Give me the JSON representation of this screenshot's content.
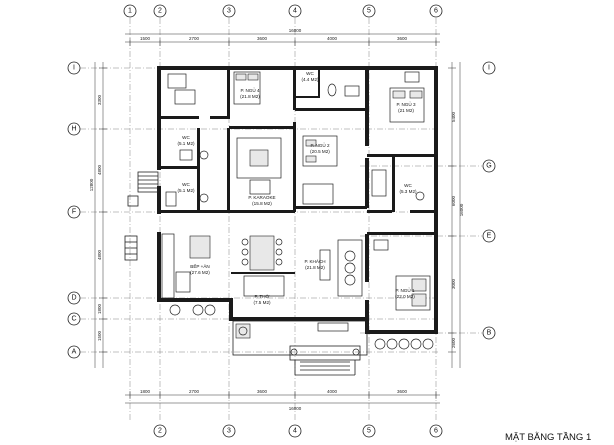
{
  "title": "MẶT BẰNG TẦNG 1",
  "grid_columns": [
    "1",
    "2",
    "3",
    "4",
    "5",
    "6"
  ],
  "grid_rows": [
    "I",
    "H",
    "G",
    "F",
    "E",
    "D",
    "C",
    "B",
    "A"
  ],
  "dims_top": [
    "1500",
    "2700",
    "3600",
    "4000",
    "3600"
  ],
  "dims_top_total": "16000",
  "dims_bottom": [
    "1800",
    "2700",
    "3600",
    "4000",
    "3600"
  ],
  "dims_bottom_total": "16000",
  "dims_left": [
    "3300",
    "4800",
    "4800",
    "1800",
    "1500"
  ],
  "dims_left_total": "12800",
  "dims_right": [
    "5400",
    "6000",
    "3000",
    "2600"
  ],
  "dims_right_total": "16000",
  "rooms": {
    "wc1": [
      "WC",
      "(4.4 M2)"
    ],
    "ngu4": [
      "P. NGỦ 4",
      "(21.8 M2)"
    ],
    "ngu3": [
      "P. NGỦ 3",
      "(21 M2)"
    ],
    "wc2": [
      "WC",
      "(5.1 M2)"
    ],
    "karaoke": [
      "P. KARAOKE",
      "(15.8 M2)"
    ],
    "ngu2": [
      "P. NGỦ 2",
      "(20.5 M2)"
    ],
    "wc3": [
      "WC",
      "(5.1 M2)"
    ],
    "wc4": [
      "WC",
      "(5.3 M2)"
    ],
    "bep": [
      "BẾP +ĂN",
      "(27.6 M2)"
    ],
    "khach": [
      "P. KHÁCH",
      "(21.8 M2)"
    ],
    "ngu1": [
      "P. NGỦ 1",
      "(22.0 M2)"
    ],
    "tho": [
      "P. THỜ",
      "(7.5 M2)"
    ]
  }
}
